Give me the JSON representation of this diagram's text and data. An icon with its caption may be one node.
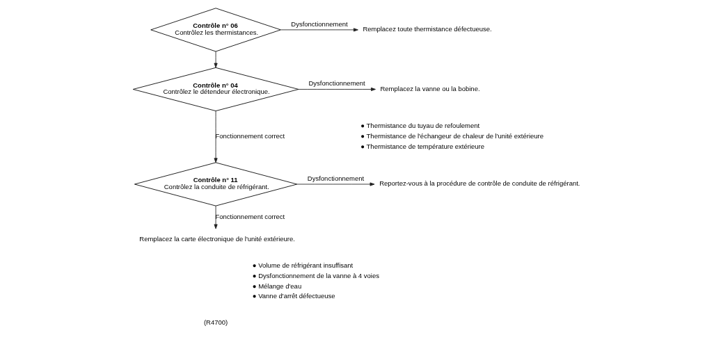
{
  "diagram": {
    "nodes": [
      {
        "text": [
          "Contrôle n° 06",
          "Contrôlez les thermistances."
        ]
      },
      {
        "text": [
          "Remplacez toute thermistance défectueuse."
        ]
      },
      {
        "text": [
          "Contrôle n° 04",
          "Contrôlez le détendeur électronique."
        ]
      },
      {
        "text": [
          "Remplacez la vanne ou la bobine."
        ]
      },
      {
        "text": [
          "Contrôle n° 11",
          "Contrôlez la conduite de réfrigérant."
        ]
      },
      {
        "text": [
          "Reportez-vous à la procédure de contrôle de conduite de réfrigérant."
        ]
      },
      {
        "text": [
          "Remplacez la carte électronique de l'unité extérieure."
        ]
      }
    ],
    "edges": [
      {
        "from": 0,
        "to": 1,
        "arrow": "to",
        "label": "Dysfonctionnement"
      },
      {
        "from": 0,
        "to": 2,
        "arrow": "to"
      },
      {
        "from": 2,
        "to": 3,
        "arrow": "to",
        "label": "Dysfonctionnement"
      },
      {
        "from": 2,
        "to": 4,
        "arrow": "to",
        "label": "Fonctionnement correct"
      },
      {
        "from": 4,
        "to": 5,
        "arrow": "to",
        "label": "Dysfonctionnement"
      },
      {
        "from": 4,
        "to": 6,
        "arrow": "to",
        "label": "Fonctionnement correct"
      }
    ],
    "labels": [
      "● Thermistance du tuyau de refoulement",
      "● Thermistance de l'échangeur de chaleur de l'unité extérieure",
      "● Thermistance de température extérieure",
      "● Volume de réfrigérant insuffisant",
      "● Dysfonctionnement de la vanne à 4 voies",
      "● Mélange d'eau",
      "● Vanne d'arrêt défectueuse",
      "(R4700)"
    ]
  }
}
